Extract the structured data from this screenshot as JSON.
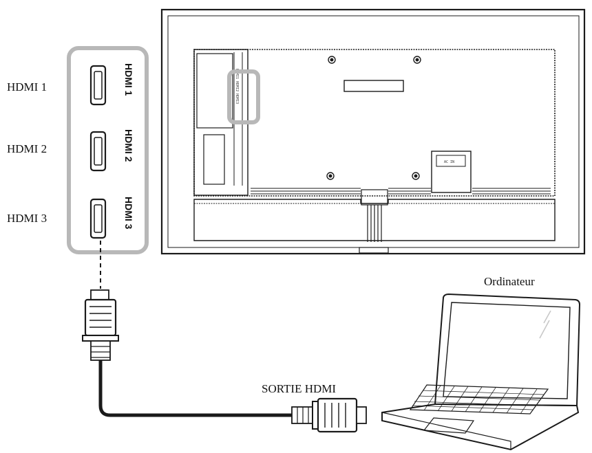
{
  "labels": {
    "port_labels": [
      "HDMI 1",
      "HDMI 2",
      "HDMI 3"
    ],
    "panel_port_labels": [
      "HDMI 1",
      "HDMI 2",
      "HDMI 3"
    ],
    "computer": "Ordinateur",
    "output": "SORTIE HDMI",
    "ac_label": "AC IN"
  },
  "colors": {
    "highlight": "#b8b8b8",
    "outline": "#1a1a1a",
    "cable": "#1a1a1a"
  }
}
